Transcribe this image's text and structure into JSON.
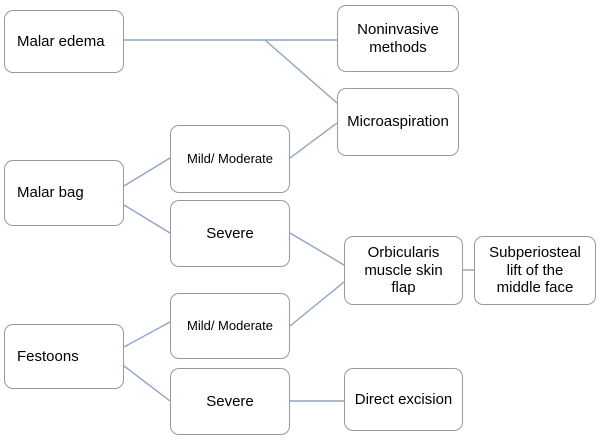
{
  "nodes": {
    "malar_edema": "Malar edema",
    "noninvasive": "Noninvasive\nmethods",
    "microaspiration": "Microaspiration",
    "malar_bag": "Malar bag",
    "bag_mild": "Mild/ Moderate",
    "bag_severe": "Severe",
    "orbicularis": "Orbicularis\nmuscle skin\nflap",
    "subperiosteal": "Subperiosteal\nlift of the\nmiddle face",
    "festoons": "Festoons",
    "fest_mild": "Mild/ Moderate",
    "fest_severe": "Severe",
    "direct_excision": "Direct excision"
  },
  "colors": {
    "connector": "#8ea3c7",
    "box_border": "#9a9a9a"
  }
}
